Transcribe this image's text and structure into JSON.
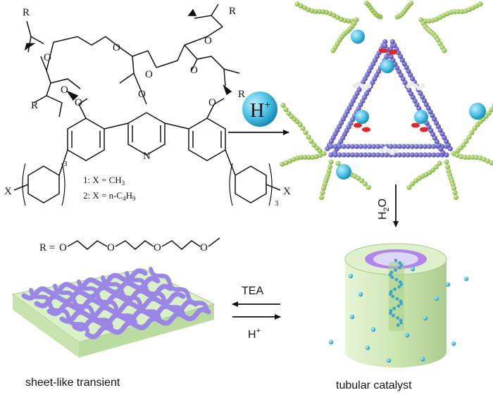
{
  "molecule": {
    "r_label": "R",
    "x_label": "X",
    "n_label": "N",
    "o_label": "O",
    "sub_3": "3",
    "compound_1": "1:  X = CH",
    "compound_1_sub": "3",
    "compound_2": "2:  X = n-C",
    "compound_2_sub1": "4",
    "compound_2_h": "H",
    "compound_2_sub2": "9",
    "r_definition_prefix": "R =",
    "r_definition_o": "O"
  },
  "arrows": {
    "acid": {
      "symbol": "H",
      "charge": "+"
    },
    "water": {
      "h": "H",
      "sub": "2",
      "o": "O"
    },
    "forward_label": "TEA",
    "reverse_label": "H",
    "reverse_charge": "+"
  },
  "captions": {
    "sheet": "sheet-like transient",
    "tube": "tubular catalyst"
  },
  "colors": {
    "strand_blue": "#6b66c9",
    "branch_green": "#a8cc6a",
    "sphere_cyan": "#4ec3e6",
    "oxygen_red": "#e0262a",
    "sheet_purple": "#9a86e6",
    "sheet_bg": "#d6efc0",
    "tube_green": "#cfe7b2",
    "tube_ring": "#b086e8"
  }
}
